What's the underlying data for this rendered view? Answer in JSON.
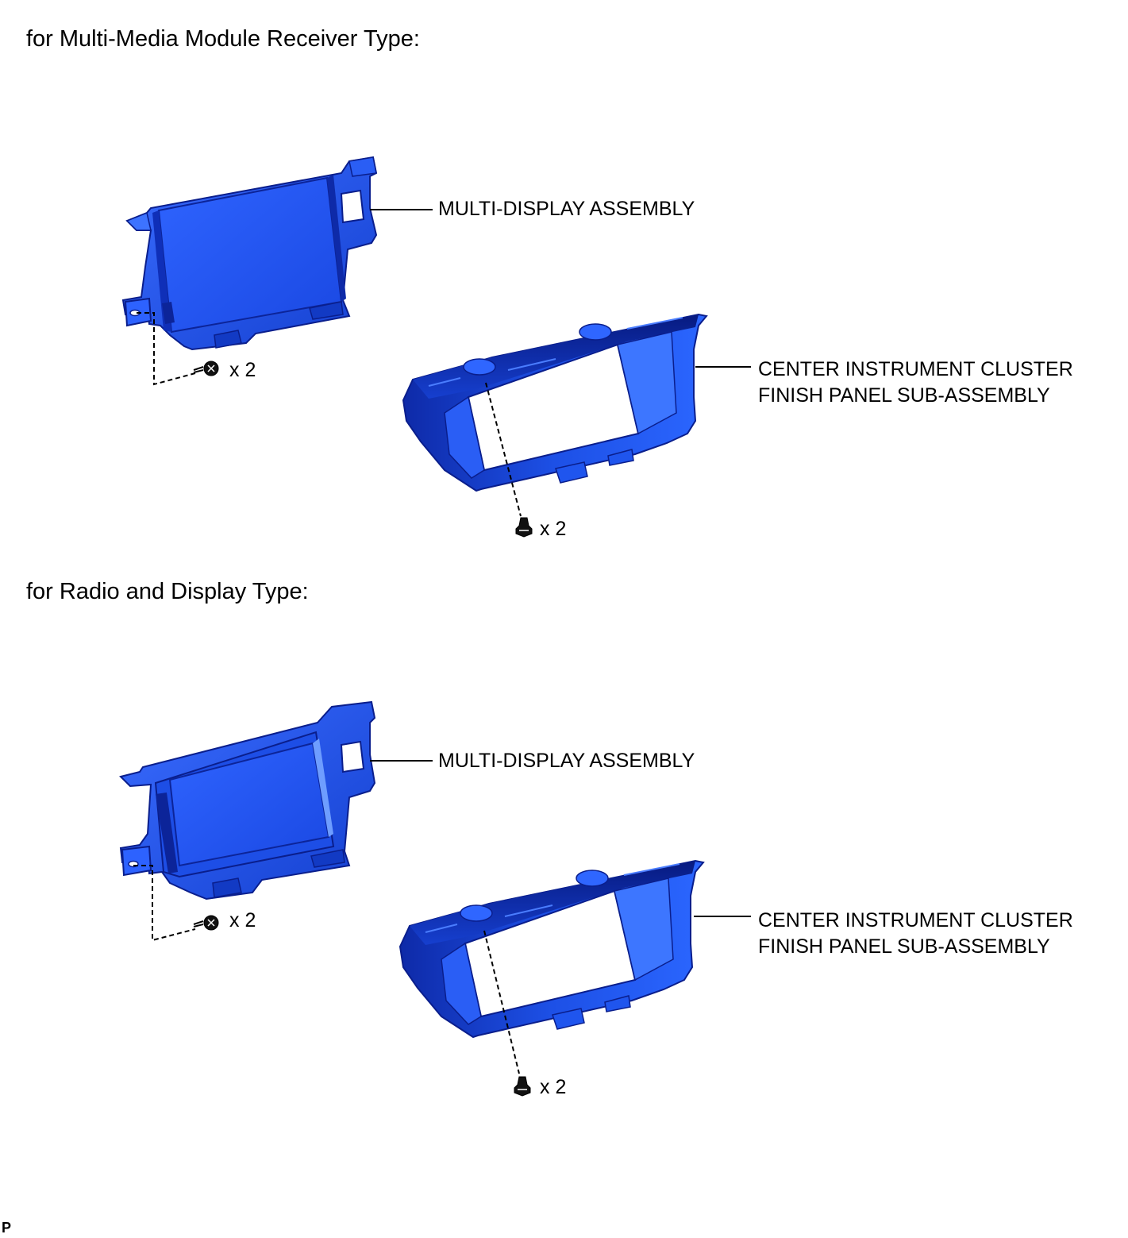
{
  "sections": [
    {
      "heading": "for Multi-Media Module Receiver Type:",
      "display_label": "MULTI-DISPLAY ASSEMBLY",
      "panel_label_line1": "CENTER INSTRUMENT CLUSTER",
      "panel_label_line2": "FINISH PANEL SUB-ASSEMBLY",
      "screw_qty": "x 2",
      "clip_qty": "x 2"
    },
    {
      "heading": "for Radio and Display Type:",
      "display_label": "MULTI-DISPLAY ASSEMBLY",
      "panel_label_line1": "CENTER INSTRUMENT CLUSTER",
      "panel_label_line2": "FINISH PANEL SUB-ASSEMBLY",
      "screw_qty": "x 2",
      "clip_qty": "x 2"
    }
  ],
  "corner_mark": "P",
  "colors": {
    "part_blue": "#1b4fe0",
    "part_dark": "#0a1e8c",
    "part_light": "#4f86ff",
    "line": "#000000"
  }
}
